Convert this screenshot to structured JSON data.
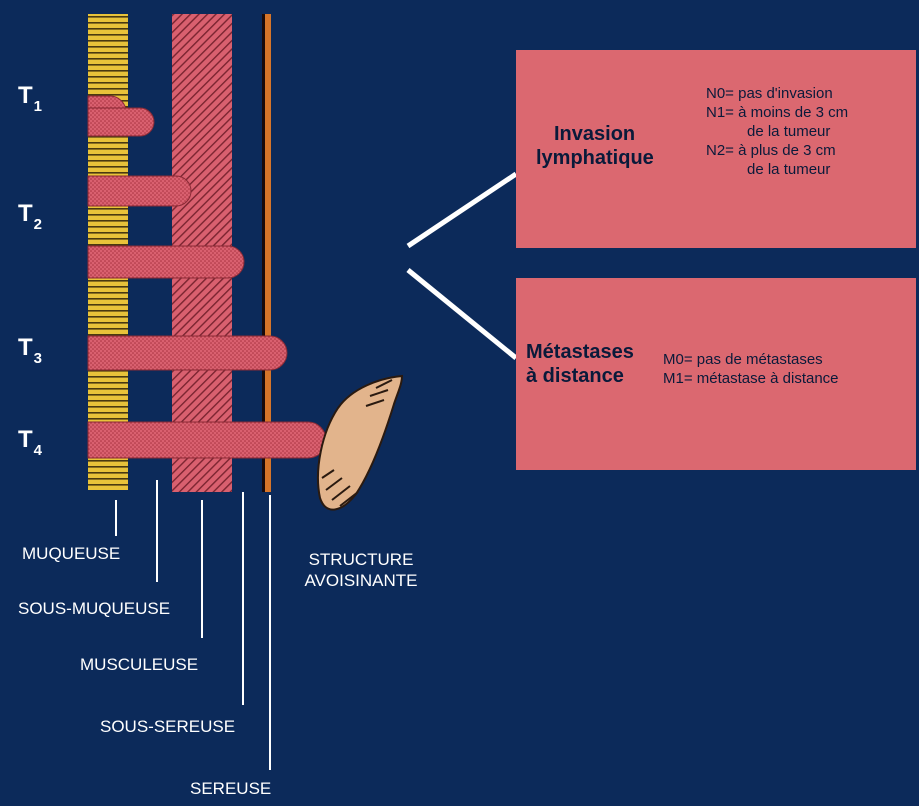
{
  "stages": [
    {
      "letter": "T",
      "index": "1"
    },
    {
      "letter": "T",
      "index": "2"
    },
    {
      "letter": "T",
      "index": "3"
    },
    {
      "letter": "T",
      "index": "4"
    }
  ],
  "layers": {
    "muqueuse": "MUQUEUSE",
    "sous_muqueuse": "SOUS-MUQUEUSE",
    "musculeuse": "MUSCULEUSE",
    "sous_sereuse": "SOUS-SEREUSE",
    "sereuse": "SEREUSE",
    "structure_line1": "STRUCTURE",
    "structure_line2": "AVOISINANTE"
  },
  "lymph_box": {
    "title_line1": "Invasion",
    "title_line2": "lymphatique",
    "lines": [
      "N0= pas d'invasion",
      "N1= à moins de 3 cm",
      "de la tumeur",
      "N2= à plus de 3 cm",
      "de la tumeur"
    ]
  },
  "meta_box": {
    "title_line1": "Métastases",
    "title_line2": "à distance",
    "lines": [
      "M0= pas de métastases",
      "M1= métastase à distance"
    ]
  },
  "colors": {
    "background": "#0c2a5a",
    "box_fill": "#db6870",
    "tumor": "#d9606f",
    "mucosa_stripes": "#e8c33a",
    "muscle": "#d9606f",
    "serosa": "#d6752a",
    "adjacent_structure": "#e2b48c"
  }
}
